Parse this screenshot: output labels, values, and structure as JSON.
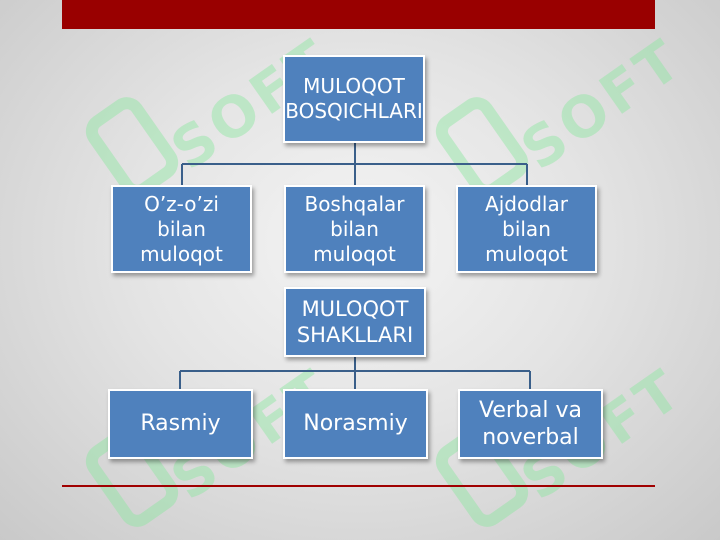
{
  "colors": {
    "top_bar": "#990000",
    "box_fill": "#4f81bd",
    "connector": "#3a5f8a",
    "rule": "#a00000",
    "watermark": "#8ce6a0"
  },
  "watermark": {
    "text": "SOFT"
  },
  "diagram1": {
    "root": "MULOQOT BOSQICHLARI",
    "children": [
      "O’z-o’zi bilan muloqot",
      "Boshqalar bilan muloqot",
      "Ajdodlar bilan muloqot"
    ]
  },
  "diagram2": {
    "root": "MULOQOT SHAKLLARI",
    "children": [
      "Rasmiy",
      "Norasmiy",
      "Verbal va noverbal"
    ]
  }
}
